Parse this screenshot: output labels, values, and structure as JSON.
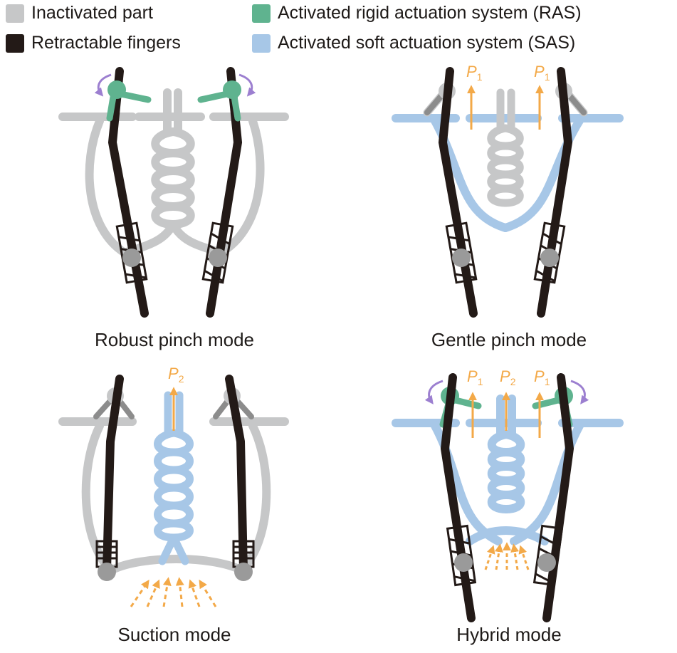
{
  "colors": {
    "inactive": "#c6c7c8",
    "inactive_dark": "#8c8c8c",
    "finger": "#231a17",
    "rigid": "#5fb38f",
    "soft": "#a7c7e7",
    "rotation": "#9c7fd0",
    "pressure": "#f3a948",
    "joint": "#9a9a9a"
  },
  "legend": [
    {
      "label": "Inactivated part",
      "color_key": "inactive"
    },
    {
      "label": "Retractable fingers",
      "color_key": "finger"
    },
    {
      "label": "Activated rigid actuation system (RAS)",
      "color_key": "rigid"
    },
    {
      "label": "Activated soft actuation system (SAS)",
      "color_key": "soft"
    }
  ],
  "panels": [
    {
      "caption": "Robust pinch mode",
      "pressure_labels": []
    },
    {
      "caption": "Gentle pinch mode",
      "pressure_labels": [
        {
          "sym": "P",
          "sub": "1"
        },
        {
          "sym": "P",
          "sub": "1"
        }
      ]
    },
    {
      "caption": "Suction mode",
      "pressure_labels": [
        {
          "sym": "P",
          "sub": "2"
        }
      ]
    },
    {
      "caption": "Hybrid mode",
      "pressure_labels": [
        {
          "sym": "P",
          "sub": "1"
        },
        {
          "sym": "P",
          "sub": "2"
        },
        {
          "sym": "P",
          "sub": "1"
        }
      ]
    }
  ]
}
